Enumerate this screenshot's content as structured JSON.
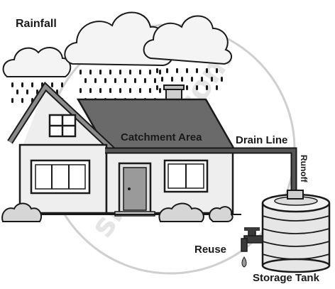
{
  "labels": {
    "rainfall": "Rainfall",
    "catchment": "Catchment Area",
    "drain_line": "Drain Line",
    "runoff": "Runoff",
    "reuse": "Reuse",
    "storage_tank": "Storage Tank"
  },
  "watermark": "shaalaa.com",
  "colors": {
    "ink": "#1a1a1a",
    "roof": "#6a6a6a",
    "wall": "#eeeeee",
    "cloud": "#f4f4f4",
    "pipe": "#555555",
    "tank": "#e6e6e6",
    "bush": "#d6d6d6"
  }
}
